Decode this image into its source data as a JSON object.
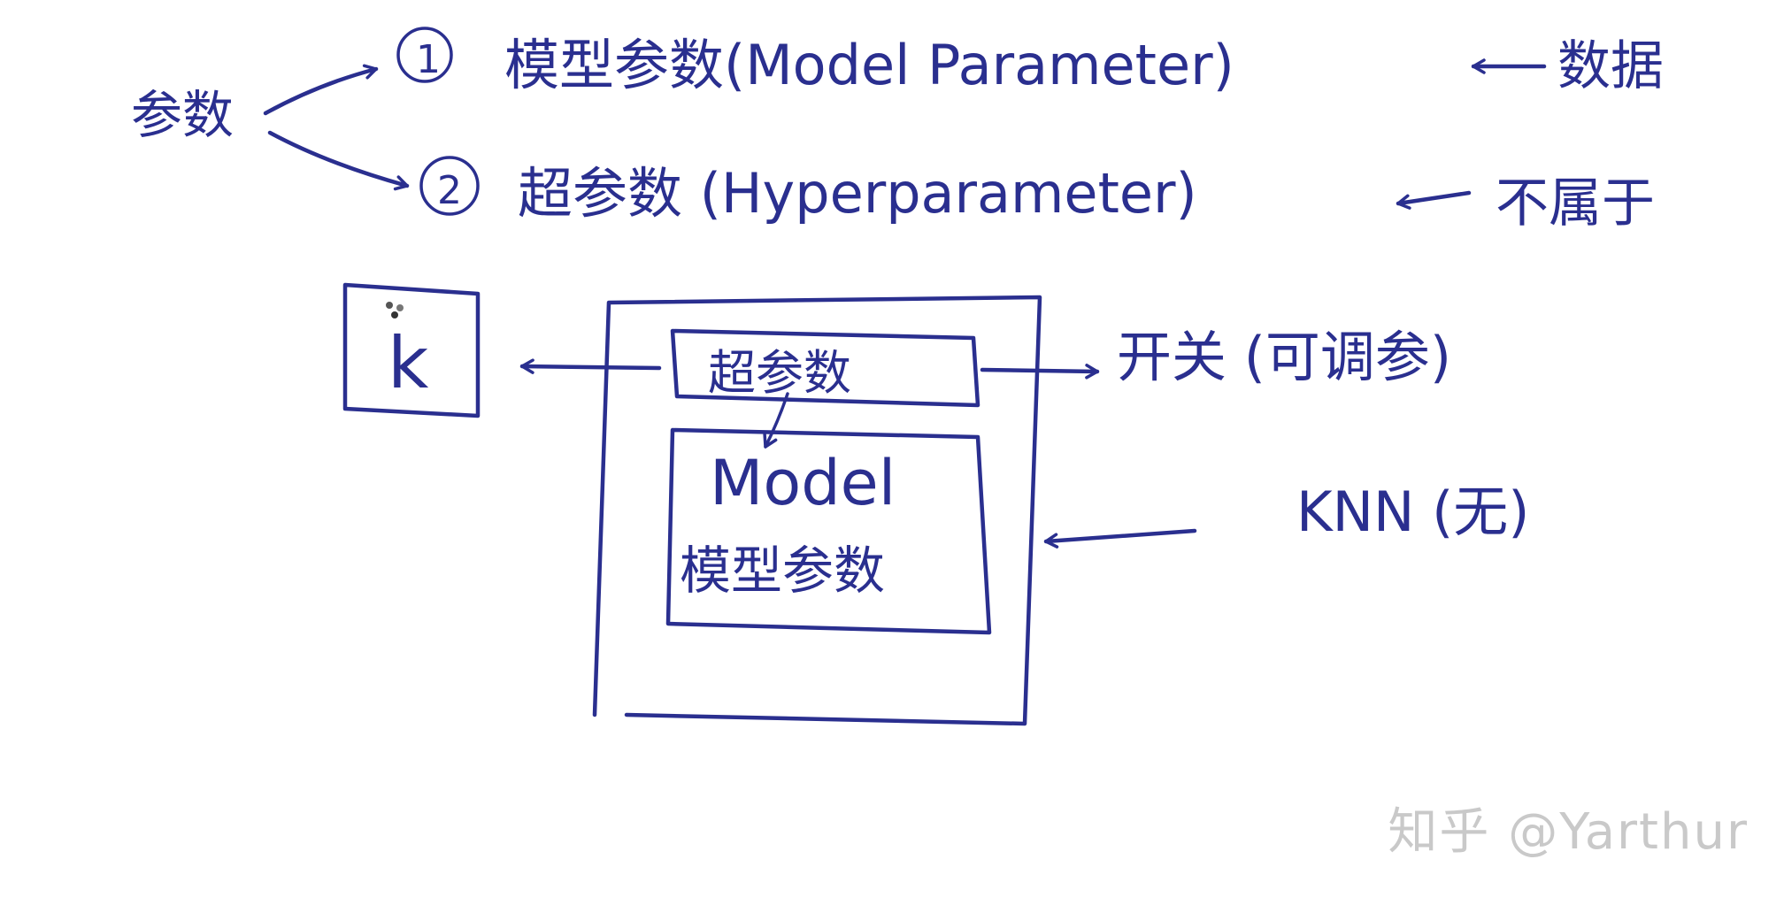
{
  "colors": {
    "ink": "#2a2f8f",
    "background": "#ffffff",
    "watermark": "#c9c9c9"
  },
  "root_label": "参数",
  "item1": {
    "marker": "①",
    "label": "模型参数(Model Parameter)",
    "note": "数据"
  },
  "item2": {
    "marker": "②",
    "label": "超参数 (Hyperparameter)",
    "note": "不属于"
  },
  "k_box": {
    "label": "k"
  },
  "outer_box": {
    "hyper_label": "超参数",
    "model_title": "Model",
    "model_params": "模型参数"
  },
  "right_notes": {
    "switch": "开关 (可调参)",
    "knn": "KNN (无)"
  },
  "watermark": "知乎 @Yarthur"
}
